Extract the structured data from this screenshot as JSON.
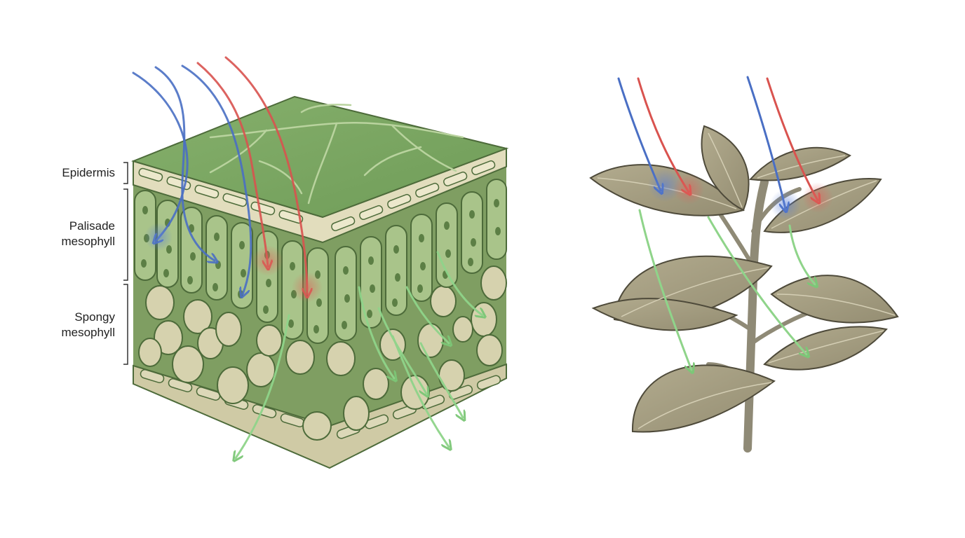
{
  "labels": {
    "epidermis": "Epidermis",
    "palisade": [
      "Palisade",
      "mesophyll"
    ],
    "spongy": [
      "Spongy",
      "mesophyll"
    ]
  },
  "colors": {
    "background": "#ffffff",
    "leaf_top": "#7fa866",
    "cell_fill": "#d6d2ae",
    "palisade_fill": "#a9c48a",
    "vein": "#b9d39e",
    "arrow_blue": "#4a6fc4",
    "arrow_red": "#d9534f",
    "arrow_green": "#8fd48a",
    "plant_leaf": "#a49c7f",
    "plant_stem": "#8f8a76",
    "outline": "#4d6b3a"
  }
}
